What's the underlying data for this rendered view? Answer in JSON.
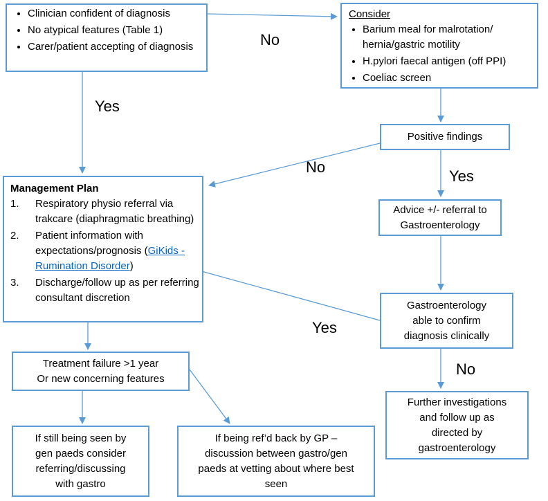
{
  "boxes": {
    "initial": {
      "items": [
        "Clinician confident of diagnosis",
        "No atypical features (Table 1)",
        "Carer/patient accepting of diagnosis"
      ]
    },
    "consider": {
      "title": "Consider",
      "items": [
        "Barium meal for malrotation/ hernia/gastric motility",
        "H.pylori faecal antigen (off PPI)",
        "Coeliac screen"
      ]
    },
    "positive": {
      "text": "Positive findings"
    },
    "management": {
      "title": "Management Plan",
      "items": [
        {
          "num": "1.",
          "text": "Respiratory physio referral via trakcare (diaphragmatic breathing)"
        },
        {
          "num": "2.",
          "text_before": "Patient information with expectations/prognosis (",
          "link": "GiKids - Rumination Disorder",
          "text_after": ")"
        },
        {
          "num": "3.",
          "text": "Discharge/follow up as per referring consultant discretion"
        }
      ]
    },
    "advice": {
      "line1": "Advice +/- referral to",
      "line2": "Gastroenterology"
    },
    "gastro_confirm": {
      "line1": "Gastroenterology",
      "line2": "able to confirm",
      "line3": "diagnosis clinically"
    },
    "treatment_failure": {
      "line1": "Treatment failure >1 year",
      "line2": "Or new concerning features"
    },
    "further": {
      "line1": "Further investigations",
      "line2": "and follow up as",
      "line3": "directed by",
      "line4": "gastroenterology"
    },
    "still_seen": {
      "line1": "If still being seen by",
      "line2": "gen paeds consider",
      "line3": "referring/discussing",
      "line4": "with gastro"
    },
    "refd_back": {
      "line1": "If being ref’d back by GP –",
      "line2": "discussion between gastro/gen",
      "line3": "paeds at vetting about where best",
      "line4": "seen"
    }
  },
  "labels": {
    "no_top": "No",
    "yes_left": "Yes",
    "no_mid": "No",
    "yes_right": "Yes",
    "yes_lower": "Yes",
    "no_bottom": "No"
  },
  "colors": {
    "border": "#5b9bd5",
    "link": "#0563c1"
  }
}
